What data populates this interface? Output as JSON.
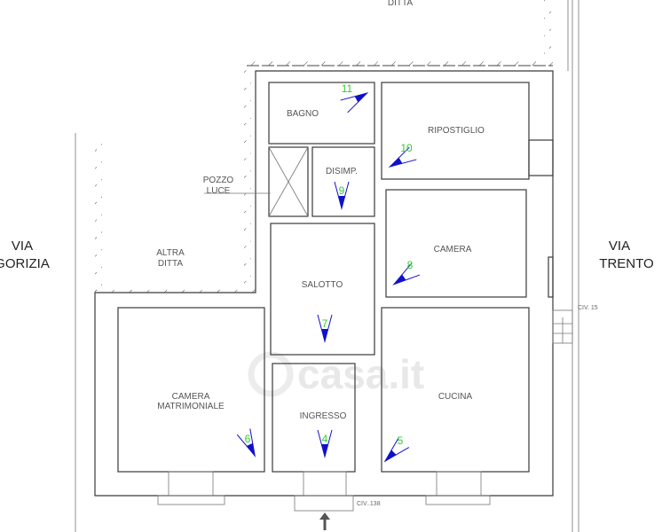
{
  "streets": {
    "left": [
      "VIA",
      "GORIZIA"
    ],
    "right": [
      "VIA",
      "TRENTO"
    ]
  },
  "neighbors": {
    "top": "DITTA",
    "left": [
      "ALTRA",
      "DITTA"
    ]
  },
  "light_well": [
    "POZZO",
    "LUCE"
  ],
  "rooms": {
    "bagno": "BAGNO",
    "ripostiglio": "RIPOSTIGLIO",
    "disimpegno": "DISIMP.",
    "camera": "CAMERA",
    "salotto": "SALOTTO",
    "camera_matrimoniale": [
      "CAMERA",
      "MATRIMONIALE"
    ],
    "ingresso": "INGRESSO",
    "cucina": "CUCINA"
  },
  "civics": {
    "main": "CIV..138",
    "side": "CIV. 15"
  },
  "photo_markers": [
    "4",
    "5",
    "6",
    "7",
    "8",
    "9",
    "10",
    "11"
  ],
  "watermark": "casa.it",
  "colors": {
    "marker": "#1010cc",
    "marker_number": "#33cc33",
    "wall": "#3a3a3a"
  }
}
